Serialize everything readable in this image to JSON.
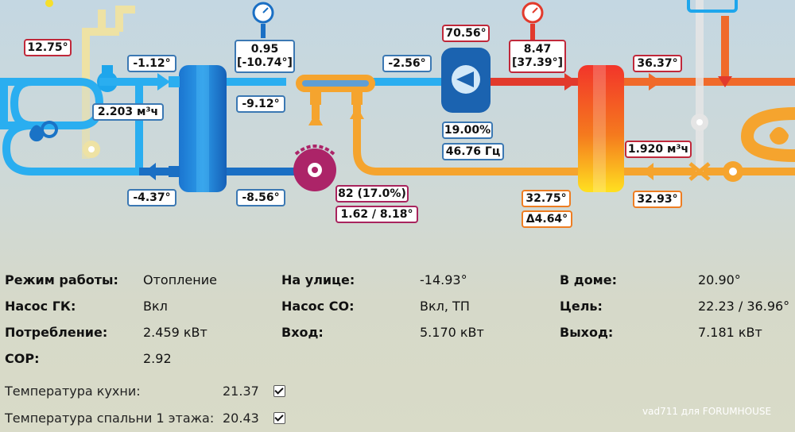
{
  "diagram": {
    "tags": {
      "source_air_temp": "12.75°",
      "brine_out_temp": "-1.12°",
      "brine_flow": "2.203 м³ч",
      "brine_return_temp": "-4.37°",
      "evap_pressure": "0.95",
      "evap_pressure_temp": "[-10.74°]",
      "evap_out_temp": "-9.12°",
      "evap_in_temp": "-8.56°",
      "suction_temp": "-2.56°",
      "discharge_temp": "70.56°",
      "compressor_load": "19.00%",
      "compressor_freq": "46.76 Гц",
      "cond_pressure": "8.47",
      "cond_pressure_temp": "[37.39°]",
      "eev_steps": "82 (17.0%)",
      "eev_superheat": "1.62 / 8.18°",
      "liquid_temp": "32.75°",
      "delta_temp": "Δ4.64°",
      "heating_supply_temp": "36.37°",
      "heating_flow": "1.920 м³ч",
      "heating_return_temp": "32.93°"
    }
  },
  "status": {
    "mode_label": "Режим работы:",
    "mode_value": "Отопление",
    "outside_label": "На улице:",
    "outside_value": "-14.93°",
    "indoor_label": "В доме:",
    "indoor_value": "20.90°",
    "pump_gk_label": "Насос ГК:",
    "pump_gk_value": "Вкл",
    "pump_co_label": "Насос СО:",
    "pump_co_value": "Вкл, ТП",
    "target_label": "Цель:",
    "target_value": "22.23 / 36.96°",
    "consumption_label": "Потребление:",
    "consumption_value": "2.459 кВт",
    "input_label": "Вход:",
    "input_value": "5.170 кВт",
    "output_label": "Выход:",
    "output_value": "7.181 кВт",
    "cop_label": "COP:",
    "cop_value": "2.92"
  },
  "settings": [
    {
      "label": "Температура кухни:",
      "value": "21.37",
      "checked": true
    },
    {
      "label": "Температура спальни 1 этажа:",
      "value": "20.43",
      "checked": true
    }
  ],
  "watermark": "vad711 для FORUMHOUSE",
  "colors": {
    "cold_pipe": "#1ea6ec",
    "warm_pipe": "#f2a12c",
    "hot_pipe": "#e23a2c",
    "evaporator": "#1a6fc4",
    "compressor": "#1b63b0",
    "valve": "#ac2468",
    "tag_blue": "#3b78b3",
    "tag_red": "#c0283a",
    "tag_orange": "#ee7d22",
    "tag_purple": "#a8245d"
  }
}
